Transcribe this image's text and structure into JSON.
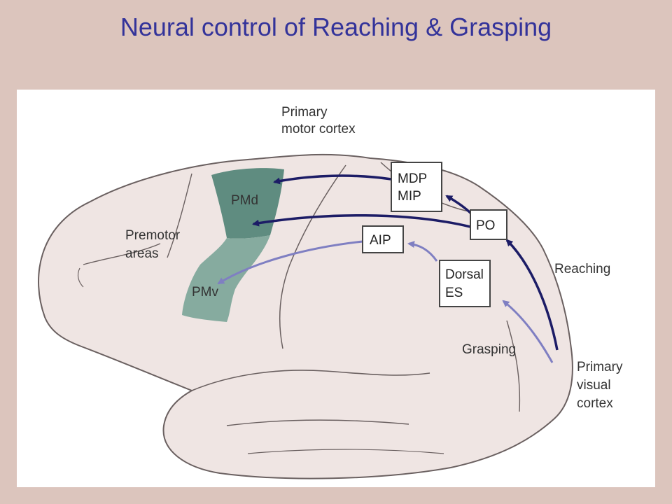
{
  "slide": {
    "title": "Neural control of Reaching & Grasping"
  },
  "colors": {
    "background": "#dcc5bd",
    "title": "#33339a",
    "brain_fill": "#efe5e3",
    "premotor_area": "#5f8c80",
    "pmv_area": "#86ab9f",
    "reaching_arrow": "#1c1c66",
    "grasping_arrow": "#7f7fc2"
  },
  "labels": {
    "primary_motor_cortex": [
      "Primary",
      "motor cortex"
    ],
    "premotor_areas": [
      "Premotor",
      "areas"
    ],
    "pmd": "PMd",
    "pmv": "PMv",
    "reaching": "Reaching",
    "grasping": "Grasping",
    "primary_visual_cortex": [
      "Primary",
      "visual",
      "cortex"
    ]
  },
  "boxes": {
    "mdp_mip": [
      "MDP",
      "MIP"
    ],
    "po": "PO",
    "aip": "AIP",
    "dorsal_es": [
      "Dorsal",
      "ES"
    ]
  }
}
